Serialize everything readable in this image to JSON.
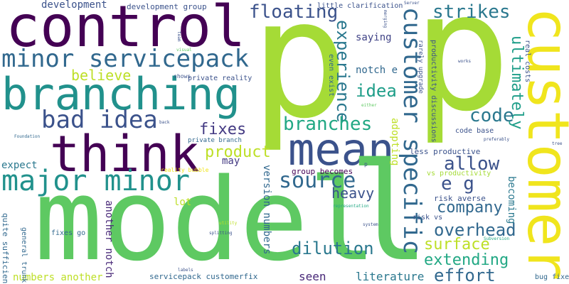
{
  "words": [
    {
      "text": "p",
      "color": "#a5db36",
      "weight": 5
    },
    {
      "text": "p",
      "color": "#a5db36",
      "weight": 5
    },
    {
      "text": "model",
      "color": "#5ec962",
      "weight": 5
    },
    {
      "text": "customer",
      "color": "#f0e51d",
      "weight": 5
    },
    {
      "text": "control",
      "color": "#440154",
      "weight": 5
    },
    {
      "text": "think",
      "color": "#440154",
      "weight": 4
    },
    {
      "text": "mean",
      "color": "#3b528b",
      "weight": 4
    },
    {
      "text": "branching",
      "color": "#21918c",
      "weight": 4
    },
    {
      "text": "l",
      "color": "#5ec962",
      "weight": 5
    },
    {
      "text": "major minor",
      "color": "#21918c",
      "weight": 3
    },
    {
      "text": "minor servicepack",
      "color": "#31688e",
      "weight": 3
    },
    {
      "text": "bad idea",
      "color": "#3b528b",
      "weight": 3
    },
    {
      "text": "customer specific",
      "color": "#31688e",
      "weight": 3
    },
    {
      "text": "experience",
      "color": "#2a788e",
      "weight": 2
    },
    {
      "text": "ultimately",
      "color": "#1f9e89",
      "weight": 2
    },
    {
      "text": "source",
      "color": "#31688e",
      "weight": 2
    },
    {
      "text": "floating",
      "color": "#3b528b",
      "weight": 2
    },
    {
      "text": "strikes",
      "color": "#2a788e",
      "weight": 2
    },
    {
      "text": "branches",
      "color": "#22a884",
      "weight": 2
    },
    {
      "text": "fixes",
      "color": "#443a83",
      "weight": 2
    },
    {
      "text": "product",
      "color": "#bddf26",
      "weight": 2
    },
    {
      "text": "code",
      "color": "#2a788e",
      "weight": 2
    },
    {
      "text": "allow",
      "color": "#3b528b",
      "weight": 2
    },
    {
      "text": "e g",
      "color": "#3b528b",
      "weight": 2
    },
    {
      "text": "company",
      "color": "#31688e",
      "weight": 2
    },
    {
      "text": "overhead",
      "color": "#31688e",
      "weight": 2
    },
    {
      "text": "surface",
      "color": "#bddf26",
      "weight": 2
    },
    {
      "text": "dilution",
      "color": "#2a788e",
      "weight": 2
    },
    {
      "text": "extending",
      "color": "#22a884",
      "weight": 2
    },
    {
      "text": "effort",
      "color": "#31688e",
      "weight": 2
    },
    {
      "text": "idea",
      "color": "#1f9e89",
      "weight": 2
    },
    {
      "text": "heavy",
      "color": "#3b528b",
      "weight": 1
    },
    {
      "text": "believe",
      "color": "#bddf26",
      "weight": 1
    },
    {
      "text": "saying",
      "color": "#414487",
      "weight": 1
    },
    {
      "text": "notch e",
      "color": "#31688e",
      "weight": 1
    },
    {
      "text": "version numbers",
      "color": "#31688e",
      "weight": 1
    },
    {
      "text": "another notch",
      "color": "#482878",
      "weight": 1
    },
    {
      "text": "development",
      "color": "#3b528b",
      "weight": 1
    },
    {
      "text": "development group",
      "color": "#3b528b",
      "weight": 1
    },
    {
      "text": "little clarification",
      "color": "#3b528b",
      "weight": 1
    },
    {
      "text": "expect",
      "color": "#2a788e",
      "weight": 1
    },
    {
      "text": "may",
      "color": "#443a83",
      "weight": 1
    },
    {
      "text": "lot",
      "color": "#bddf26",
      "weight": 1
    },
    {
      "text": "seen",
      "color": "#482878",
      "weight": 1
    },
    {
      "text": "literature",
      "color": "#2a788e",
      "weight": 1
    },
    {
      "text": "numbers another",
      "color": "#bddf26",
      "weight": 1
    },
    {
      "text": "becoming",
      "color": "#2a788e",
      "weight": 1
    },
    {
      "text": "adopting",
      "color": "#bddf26",
      "weight": 1
    },
    {
      "text": "quite sufficient",
      "color": "#31688e",
      "weight": 1
    },
    {
      "text": "general trunk",
      "color": "#31688e",
      "weight": 1
    },
    {
      "text": "servicepack customerfix",
      "color": "#31688e",
      "weight": 1
    },
    {
      "text": "private branch",
      "color": "#31688e",
      "weight": 1
    },
    {
      "text": "private reality",
      "color": "#3b528b",
      "weight": 1
    },
    {
      "text": "group becomes",
      "color": "#440154",
      "weight": 1
    },
    {
      "text": "less productive",
      "color": "#3b528b",
      "weight": 1
    },
    {
      "text": "vs productivity",
      "color": "#a5db36",
      "weight": 1
    },
    {
      "text": "risk averse",
      "color": "#3b528b",
      "weight": 1
    },
    {
      "text": "risk vs",
      "color": "#3b528b",
      "weight": 1
    },
    {
      "text": "code base",
      "color": "#3b528b",
      "weight": 1
    },
    {
      "text": "real costs",
      "color": "#3b528b",
      "weight": 1
    },
    {
      "text": "productivity discussions",
      "color": "#3b528b",
      "weight": 1
    },
    {
      "text": "rarely upgrade",
      "color": "#3b528b",
      "weight": 1
    },
    {
      "text": "even exist",
      "color": "#31688e",
      "weight": 1
    },
    {
      "text": "bug fixes",
      "color": "#31688e",
      "weight": 1
    },
    {
      "text": "fixes go",
      "color": "#31688e",
      "weight": 1
    },
    {
      "text": "shows",
      "color": "#3b528b",
      "weight": 1
    },
    {
      "text": "reality bubble",
      "color": "#f0e51d",
      "weight": 1
    },
    {
      "text": "preferably",
      "color": "#3b528b",
      "weight": 1
    },
    {
      "text": "Foundation",
      "color": "#31688e",
      "weight": 1
    },
    {
      "text": "back",
      "color": "#3b528b",
      "weight": 1
    },
    {
      "text": "labels",
      "color": "#3b528b",
      "weight": 1
    },
    {
      "text": "utility",
      "color": "#bddf26",
      "weight": 1
    },
    {
      "text": "splitting",
      "color": "#3b528b",
      "weight": 1
    },
    {
      "text": "representation",
      "color": "#22a884",
      "weight": 1
    },
    {
      "text": "Subversion",
      "color": "#22a884",
      "weight": 1
    },
    {
      "text": "works",
      "color": "#3b528b",
      "weight": 1
    },
    {
      "text": "tree",
      "color": "#3b528b",
      "weight": 1
    },
    {
      "text": "Server",
      "color": "#3b528b",
      "weight": 1
    },
    {
      "text": "merging",
      "color": "#3b528b",
      "weight": 1
    },
    {
      "text": "team",
      "color": "#3b528b",
      "weight": 1
    },
    {
      "text": "visual",
      "color": "#5ec962",
      "weight": 1
    },
    {
      "text": "either",
      "color": "#5ec962",
      "weight": 1
    },
    {
      "text": "system",
      "color": "#3b528b",
      "weight": 1
    },
    {
      "text": "p",
      "color": "#3b528b",
      "weight": 1
    }
  ]
}
